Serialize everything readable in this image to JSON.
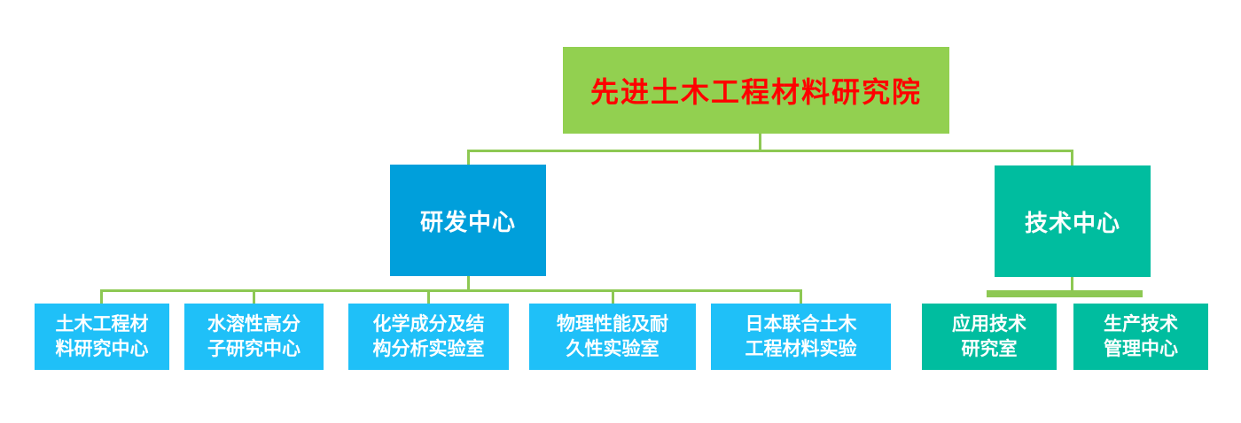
{
  "diagram": {
    "title": "先进土木工程材料研究院",
    "colors": {
      "root_bg": "#92D050",
      "title_text": "#FF0000",
      "connector": "#8DC853",
      "rd_bg": "#009FDB",
      "rd_child_bg": "#1FC0F8",
      "tech_bg": "#00BD9F",
      "node_text": "#FFFFFF"
    },
    "rd_center": {
      "label": "研发中心"
    },
    "tech_center": {
      "label": "技术中心"
    },
    "rd_children": [
      {
        "label": "土木工程材\n料研究中心"
      },
      {
        "label": "水溶性高分\n子研究中心"
      },
      {
        "label": "化学成分及结\n构分析实验室"
      },
      {
        "label": "物理性能及耐\n久性实验室"
      },
      {
        "label": "日本联合土木\n工程材料实验"
      }
    ],
    "tech_children": [
      {
        "label": "应用技术\n研究室"
      },
      {
        "label": "生产技术\n管理中心"
      }
    ]
  }
}
